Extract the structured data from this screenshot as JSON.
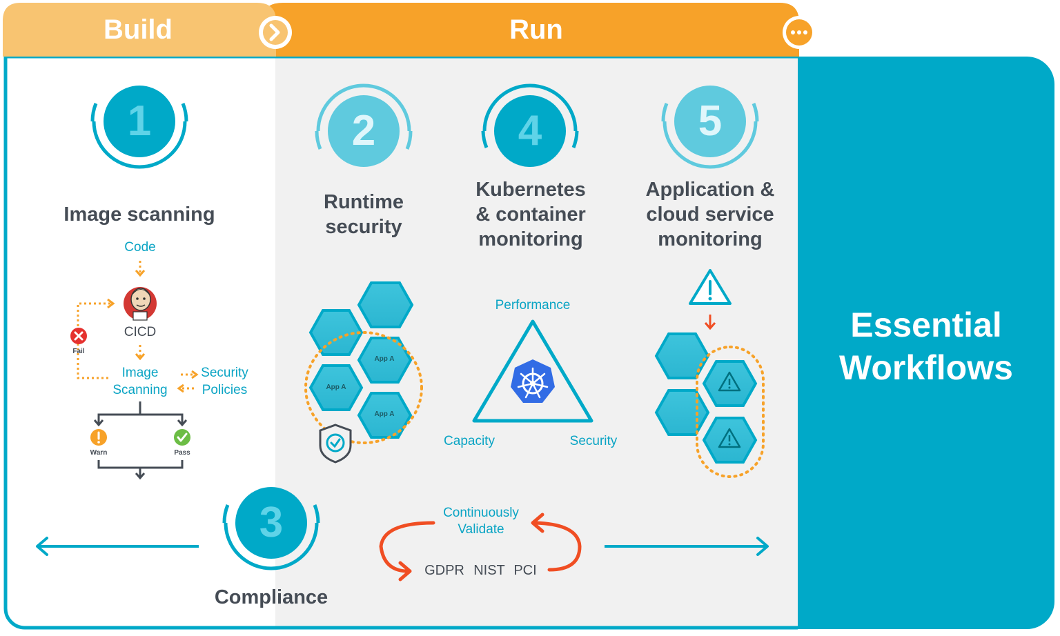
{
  "phases": {
    "build": "Build",
    "run": "Run"
  },
  "steps": [
    {
      "number": "1",
      "title": "Image scanning"
    },
    {
      "number": "2",
      "title_line1": "Runtime",
      "title_line2": "security"
    },
    {
      "number": "3",
      "title": "Compliance"
    },
    {
      "number": "4",
      "title_line1": "Kubernetes",
      "title_line2": "& container",
      "title_line3": "monitoring"
    },
    {
      "number": "5",
      "title_line1": "Application &",
      "title_line2": "cloud service",
      "title_line3": "monitoring"
    }
  ],
  "pipeline": {
    "code": "Code",
    "cicd": "CICD",
    "fail": "Fail",
    "image_scanning_line1": "Image",
    "image_scanning_line2": "Scanning",
    "security_policies_line1": "Security",
    "security_policies_line2": "Policies",
    "warn": "Warn",
    "pass": "Pass"
  },
  "runtime": {
    "app_label": "App A"
  },
  "k8s_triangle": {
    "top": "Performance",
    "left": "Capacity",
    "right": "Security"
  },
  "compliance": {
    "validate_line1": "Continuously",
    "validate_line2": "Validate",
    "standards": [
      "GDPR",
      "NIST",
      "PCI"
    ]
  },
  "essential": {
    "line1": "Essential",
    "line2": "Workflows"
  },
  "colors": {
    "teal": "#00a9c8",
    "light_teal": "#5fcade",
    "build_orange": "#f8c471",
    "run_orange": "#f7a229",
    "red_arrow": "#f04e23",
    "text_gray": "#454c55",
    "panel_gray": "#f1f1f1"
  }
}
